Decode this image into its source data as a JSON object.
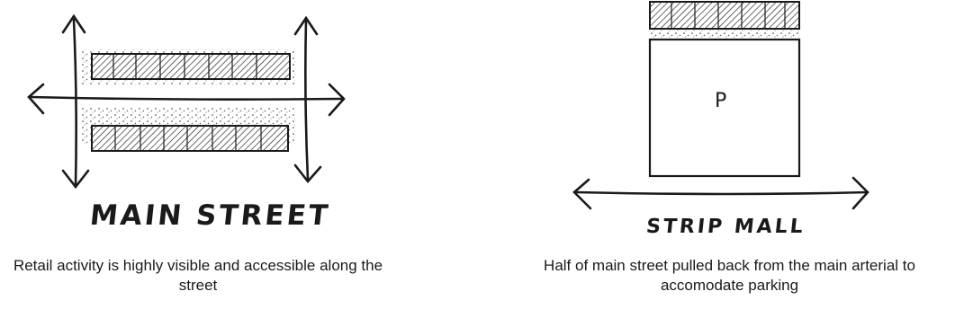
{
  "left": {
    "label": "MAIN STREET",
    "caption": "Retail activity is highly visible and accessible along the street"
  },
  "right": {
    "parking_label": "P",
    "label": "STRIP MALL",
    "caption": "Half of main street pulled back from the main arterial to accomodate parking"
  },
  "colors": {
    "ink": "#1a1a1a",
    "background": "#ffffff"
  }
}
